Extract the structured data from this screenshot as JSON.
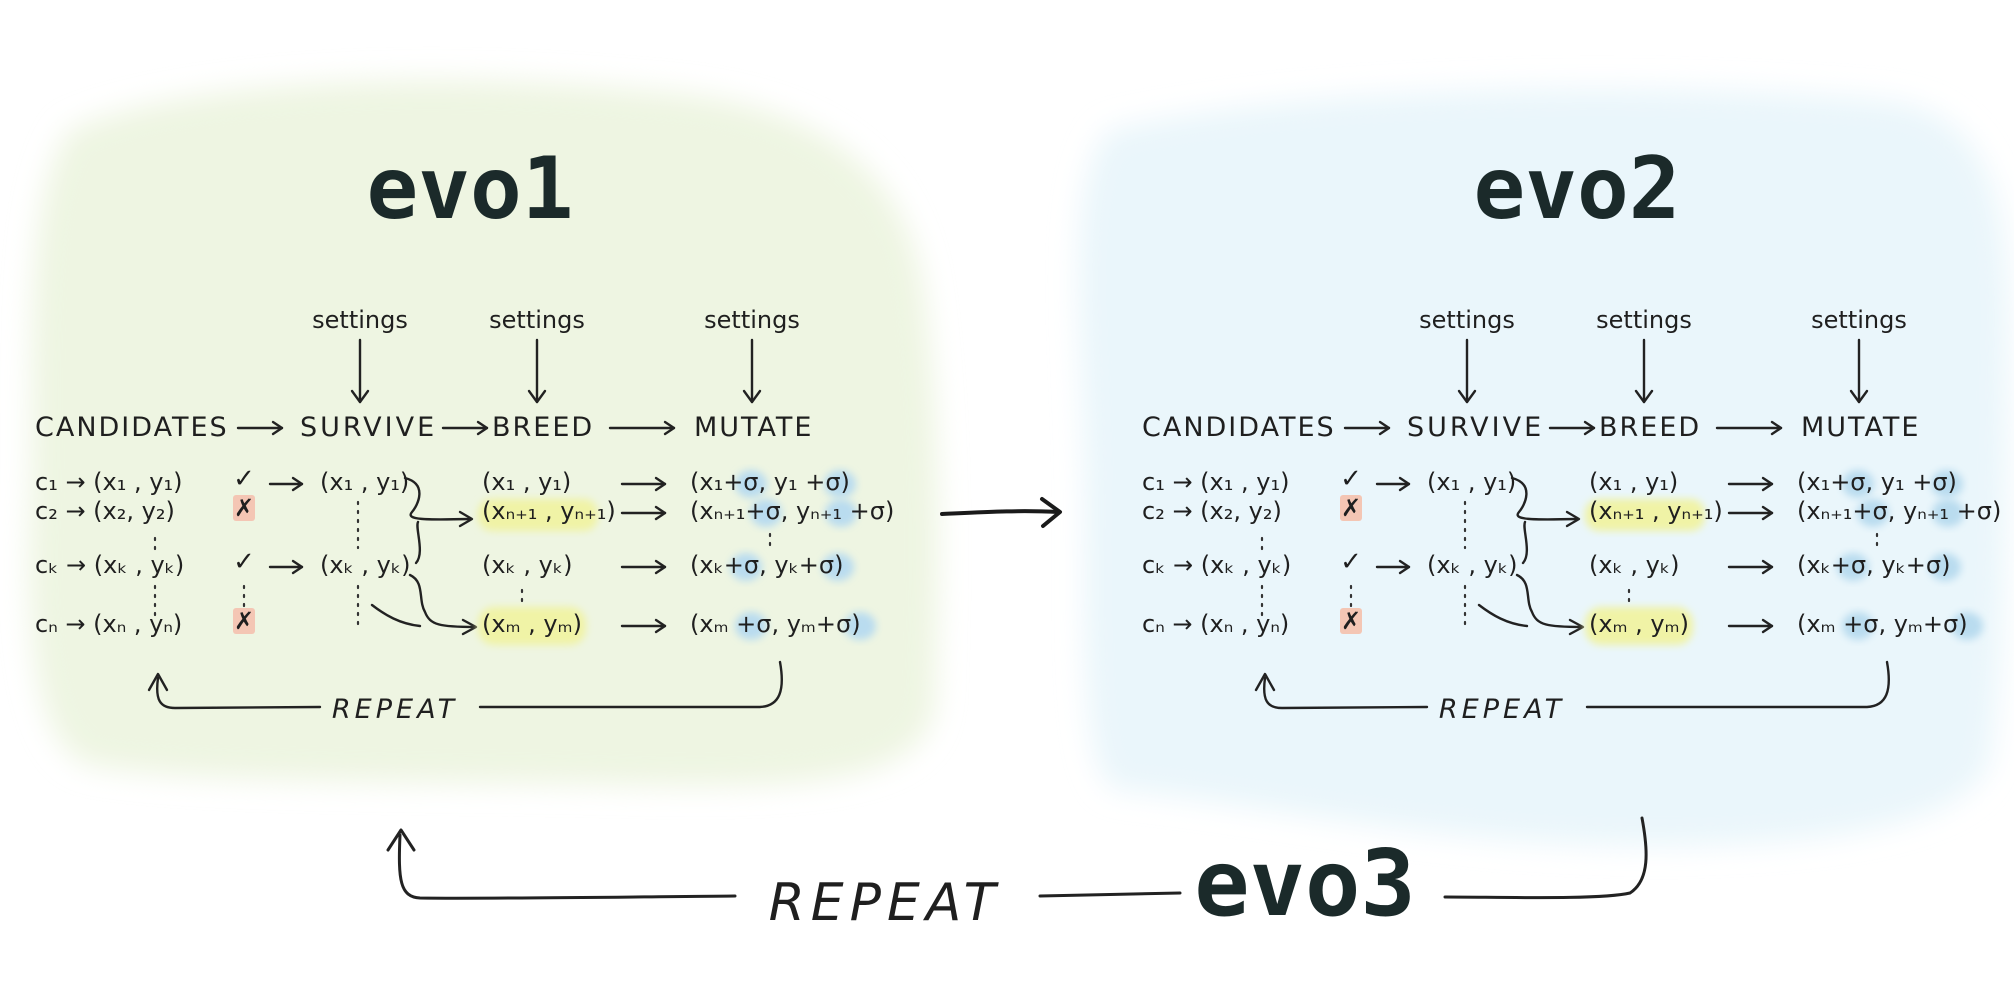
{
  "panels": [
    {
      "id": "evo1",
      "title": "evo1",
      "bg_color": "#eef5e2",
      "settings_labels": [
        "settings",
        "settings",
        "settings"
      ],
      "stages": [
        "CANDIDATES",
        "SURVIVE",
        "BREED",
        "MUTATE"
      ],
      "candidates": [
        "c₁ → (x₁ , y₁)",
        "c₂ → (x₂, y₂)",
        "cₖ → (xₖ , yₖ)",
        "cₙ → (xₙ , yₙ)"
      ],
      "survive": [
        "(x₁ , y₁)",
        "(xₖ , yₖ)"
      ],
      "breed": [
        "(x₁ , y₁)",
        "(xₙ₊₁ , yₙ₊₁)",
        "(xₖ , yₖ)",
        "(xₘ , yₘ)"
      ],
      "mutate": [
        "(x₁+σ, y₁ +σ)",
        "(xₙ₊₁+σ, yₙ₊₁ +σ)",
        "(xₖ+σ, yₖ+σ)",
        "(xₘ +σ, yₘ+σ)"
      ],
      "repeat_label": "REPEAT"
    },
    {
      "id": "evo2",
      "title": "evo2",
      "bg_color": "#eaf6fb",
      "settings_labels": [
        "settings",
        "settings",
        "settings"
      ],
      "stages": [
        "CANDIDATES",
        "SURVIVE",
        "BREED",
        "MUTATE"
      ],
      "candidates": [
        "c₁ → (x₁ , y₁)",
        "c₂ → (x₂, y₂)",
        "cₖ → (xₖ , yₖ)",
        "cₙ → (xₙ , yₙ)"
      ],
      "survive": [
        "(x₁ , y₁)",
        "(xₖ , yₖ)"
      ],
      "breed": [
        "(x₁ , y₁)",
        "(xₙ₊₁ , yₙ₊₁)",
        "(xₖ , yₖ)",
        "(xₘ , yₘ)"
      ],
      "mutate": [
        "(x₁+σ, y₁ +σ)",
        "(xₙ₊₁+σ, yₙ₊₁ +σ)",
        "(xₖ+σ, yₖ+σ)",
        "(xₘ +σ, yₘ+σ)"
      ],
      "repeat_label": "REPEAT"
    }
  ],
  "marks": [
    "✓",
    "✗",
    "✓",
    "✗"
  ],
  "bottom": {
    "repeat_label": "REPEAT",
    "title": "evo3"
  },
  "colors": {
    "check": "#4c8a3a",
    "cross": "#c0392b",
    "cross_bg": "#f4c6b4",
    "breed_highlight": "#f0f3a6",
    "sigma_highlight": "#b9dcef",
    "ink": "#1f1f1f"
  }
}
